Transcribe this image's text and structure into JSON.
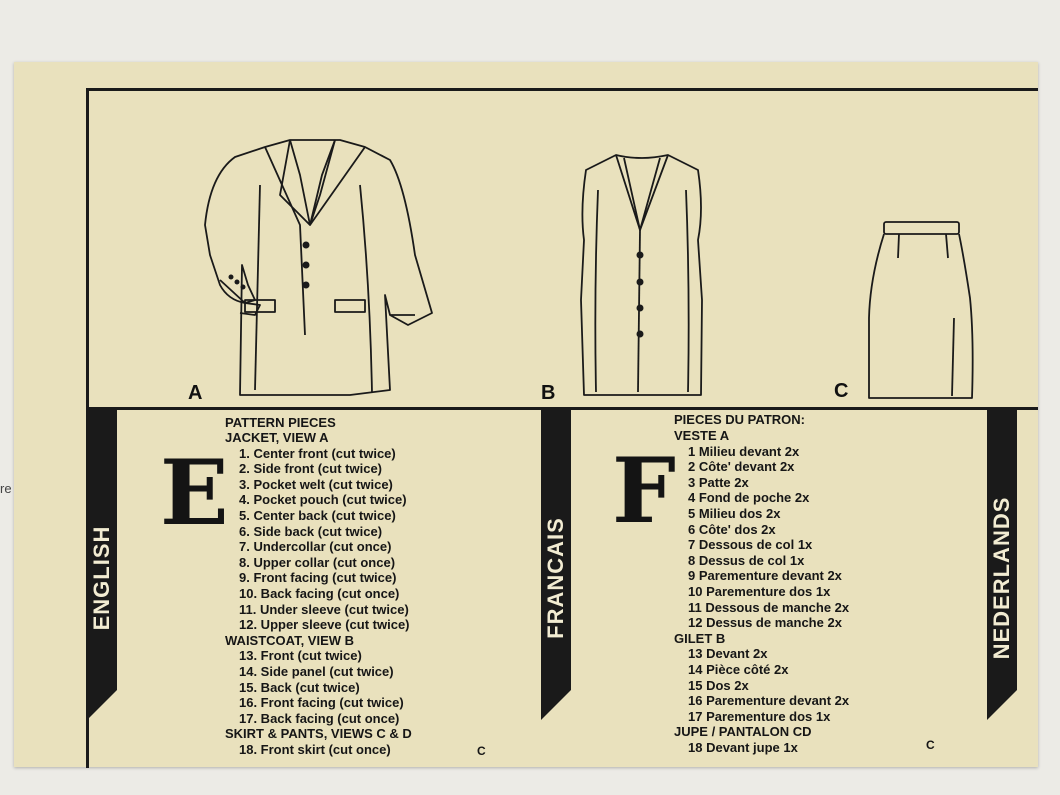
{
  "margin_fragment": "re",
  "views": [
    {
      "id": "A",
      "garment": "jacket"
    },
    {
      "id": "B",
      "garment": "waistcoat"
    },
    {
      "id": "C",
      "garment": "skirt"
    }
  ],
  "sections": {
    "english": {
      "tab_label": "ENGLISH",
      "big_letter": "E",
      "heading": "PATTERN PIECES",
      "lines": [
        {
          "text": "JACKET, VIEW A",
          "group": true
        },
        {
          "text": "1. Center front (cut twice)"
        },
        {
          "text": "2. Side front (cut twice)"
        },
        {
          "text": "3. Pocket welt (cut twice)"
        },
        {
          "text": "4. Pocket pouch (cut twice)"
        },
        {
          "text": "5. Center back (cut twice)"
        },
        {
          "text": "6. Side back (cut twice)"
        },
        {
          "text": "7. Undercollar (cut once)"
        },
        {
          "text": "8. Upper collar (cut once)"
        },
        {
          "text": "9. Front facing (cut twice)"
        },
        {
          "text": "10. Back facing (cut once)"
        },
        {
          "text": "11. Under sleeve (cut twice)"
        },
        {
          "text": "12. Upper sleeve (cut twice)"
        },
        {
          "text": "WAISTCOAT, VIEW B",
          "group": true
        },
        {
          "text": "13. Front (cut twice)"
        },
        {
          "text": "14. Side panel (cut twice)"
        },
        {
          "text": "15. Back (cut twice)"
        },
        {
          "text": "16. Front facing (cut twice)"
        },
        {
          "text": "17. Back facing (cut once)"
        },
        {
          "text": "SKIRT & PANTS, VIEWS C & D",
          "group": true
        },
        {
          "text": "18. Front skirt (cut once)"
        }
      ],
      "view_tag": "C"
    },
    "francais": {
      "tab_label": "FRANCAIS",
      "big_letter": "F",
      "heading": "PIECES DU PATRON:",
      "lines": [
        {
          "text": "VESTE A",
          "group": true
        },
        {
          "text": "1 Milieu devant 2x"
        },
        {
          "text": "2 Côte' devant 2x"
        },
        {
          "text": "3 Patte 2x"
        },
        {
          "text": "4 Fond de poche 2x"
        },
        {
          "text": "5 Milieu dos 2x"
        },
        {
          "text": "6 Côte' dos 2x"
        },
        {
          "text": "7 Dessous de col 1x"
        },
        {
          "text": "8 Dessus de col 1x"
        },
        {
          "text": "9 Parementure devant 2x"
        },
        {
          "text": "10 Parementure dos 1x"
        },
        {
          "text": "11 Dessous de manche 2x"
        },
        {
          "text": "12 Dessus de manche 2x"
        },
        {
          "text": "GILET B",
          "group": true
        },
        {
          "text": "13 Devant 2x"
        },
        {
          "text": "14 Pièce côté 2x"
        },
        {
          "text": "15 Dos 2x"
        },
        {
          "text": "16 Parementure devant 2x"
        },
        {
          "text": "17 Parementure dos 1x"
        },
        {
          "text": "JUPE / PANTALON CD",
          "group": true
        },
        {
          "text": "18 Devant jupe 1x"
        }
      ],
      "view_tag": "C"
    },
    "nederlands": {
      "tab_label": "NEDERLANDS"
    }
  },
  "colors": {
    "paper": "#e9e1bd",
    "ink": "#161616",
    "tab": "#1a1a1a",
    "background": "#ecebe6"
  }
}
